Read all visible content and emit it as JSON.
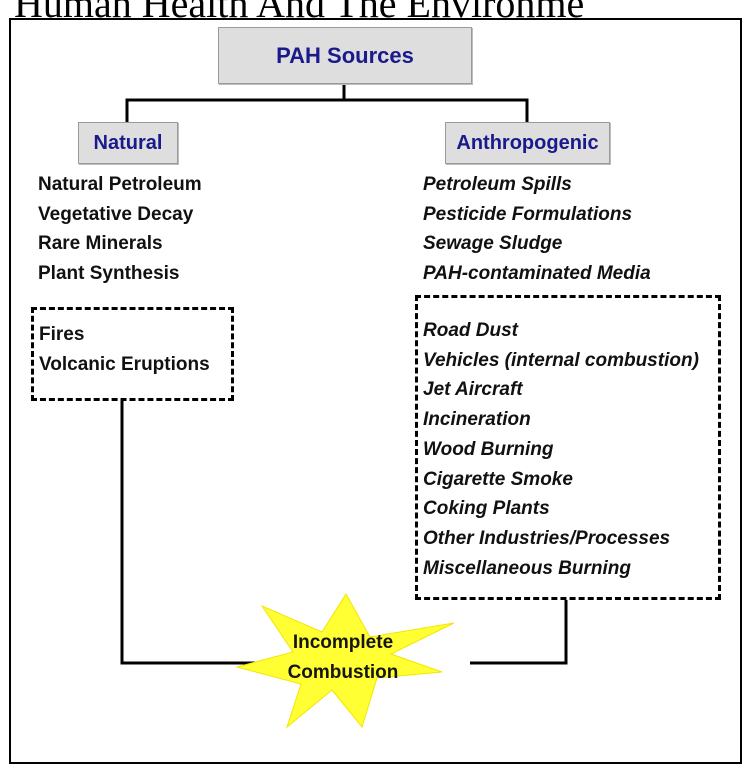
{
  "page_heading": "Human Health And The Environme",
  "root": {
    "label": "PAH Sources"
  },
  "natural": {
    "label": "Natural",
    "items": [
      "Natural Petroleum",
      "Vegetative Decay",
      "Rare Minerals",
      "Plant Synthesis"
    ],
    "combustion_items": [
      "Fires",
      "Volcanic Eruptions"
    ]
  },
  "anthropogenic": {
    "label": "Anthropogenic",
    "items": [
      "Petroleum Spills",
      "Pesticide Formulations",
      "Sewage Sludge",
      "PAH-contaminated Media"
    ],
    "combustion_items": [
      "Road Dust",
      "Vehicles (internal combustion)",
      "Jet Aircraft",
      "Incineration",
      "Wood Burning",
      "Cigarette Smoke",
      "Coking Plants",
      "Other Industries/Processes",
      "Miscellaneous Burning"
    ]
  },
  "burst": {
    "line1": "Incomplete",
    "line2": "Combustion",
    "color": "#ffff33"
  },
  "colors": {
    "box_fill": "#dedede",
    "box_text": "#1a1a8c",
    "connector": "#000000"
  }
}
